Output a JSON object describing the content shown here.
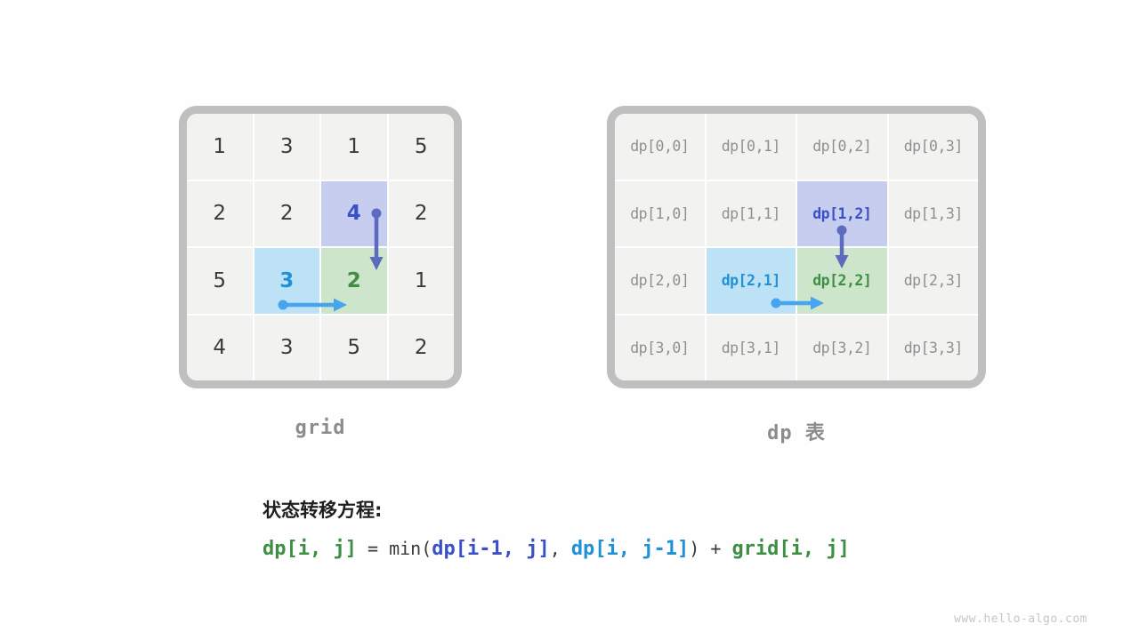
{
  "page": {
    "watermark": "www.hello-algo.com"
  },
  "grid_table": {
    "caption": "grid",
    "rows": [
      [
        "1",
        "3",
        "1",
        "5"
      ],
      [
        "2",
        "2",
        "4",
        "2"
      ],
      [
        "5",
        "3",
        "2",
        "1"
      ],
      [
        "4",
        "3",
        "5",
        "2"
      ]
    ]
  },
  "dp_table": {
    "caption": "dp 表",
    "rows": [
      [
        "dp[0,0]",
        "dp[0,1]",
        "dp[0,2]",
        "dp[0,3]"
      ],
      [
        "dp[1,0]",
        "dp[1,1]",
        "dp[1,2]",
        "dp[1,3]"
      ],
      [
        "dp[2,0]",
        "dp[2,1]",
        "dp[2,2]",
        "dp[2,3]"
      ],
      [
        "dp[3,0]",
        "dp[3,1]",
        "dp[3,2]",
        "dp[3,3]"
      ]
    ]
  },
  "highlights": [
    {
      "row": 1,
      "col": 2,
      "style": "indigo"
    },
    {
      "row": 2,
      "col": 1,
      "style": "blue"
    },
    {
      "row": 2,
      "col": 2,
      "style": "green"
    }
  ],
  "formula": {
    "title": "状态转移方程:",
    "parts": [
      {
        "text": "dp[i, j]",
        "style": "green"
      },
      {
        "text": " = min(",
        "style": "plain"
      },
      {
        "text": "dp[i-1, j]",
        "style": "indigo"
      },
      {
        "text": ", ",
        "style": "plain"
      },
      {
        "text": "dp[i, j-1]",
        "style": "blue"
      },
      {
        "text": ") + ",
        "style": "plain"
      },
      {
        "text": "grid[i, j]",
        "style": "green"
      }
    ]
  },
  "colors": {
    "indigo_bg": "#c7cdee",
    "blue_bg": "#bee2f5",
    "green_bg": "#cce5cb",
    "indigo_text": "#3a50c8",
    "blue_text": "#2191d6",
    "green_text": "#3e8f44",
    "arrow_indigo": "#5c6bc0",
    "arrow_blue": "#47a4ee",
    "cell_bg": "#f2f2f0",
    "cell_text": "#3b3b3b",
    "dp_text": "#8f8f8f",
    "border": "#bfbfbf",
    "caption": "#8c8c8c",
    "watermark": "#c6c6c6",
    "plain_text": "#3a3a3a"
  }
}
